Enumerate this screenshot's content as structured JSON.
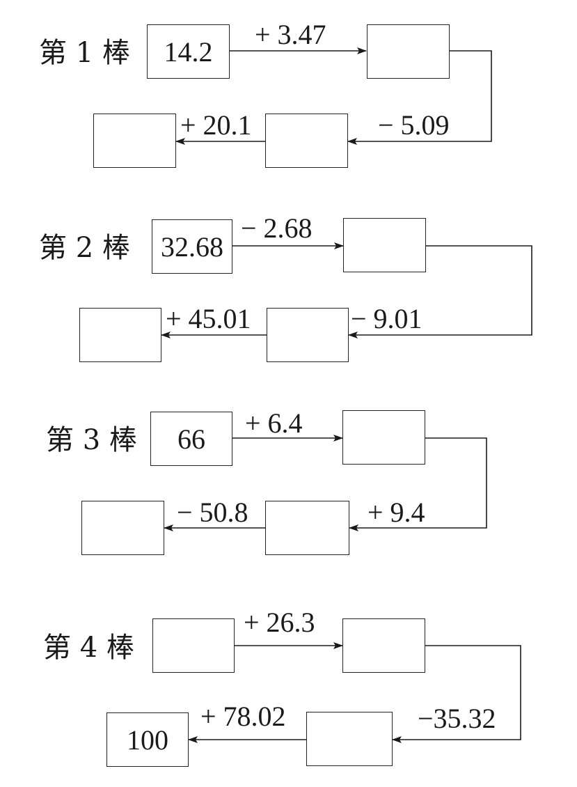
{
  "relays": [
    {
      "label": "第 1 棒",
      "start": "14.2",
      "end": "",
      "ops": [
        "+ 3.47",
        "− 5.09",
        "+ 20.1"
      ]
    },
    {
      "label": "第 2 棒",
      "start": "32.68",
      "end": "",
      "ops": [
        "− 2.68",
        "− 9.01",
        "+ 45.01"
      ]
    },
    {
      "label": "第 3 棒",
      "start": "66",
      "end": "",
      "ops": [
        "+ 6.4",
        "+ 9.4",
        "− 50.8"
      ]
    },
    {
      "label": "第 4 棒",
      "start": "",
      "end": "100",
      "ops": [
        "+ 26.3",
        "−35.32",
        "+ 78.02"
      ]
    }
  ]
}
